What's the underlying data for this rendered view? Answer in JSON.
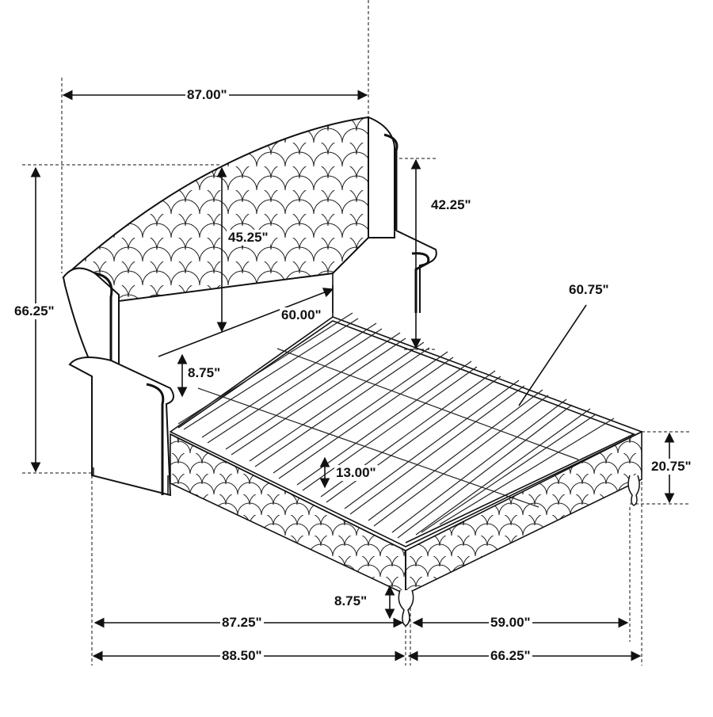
{
  "diagram": {
    "subject": "Upholstered wingback bed with scalloped tufting, slatted platform and cabriole legs",
    "style": {
      "line_color": "#111111",
      "background": "#ffffff"
    },
    "dimensions": {
      "overall_width_top": "87.00\"",
      "overall_height": "66.25\"",
      "headboard_panel_height": "45.25\"",
      "wing_height": "42.25\"",
      "slat_width": "60.00\"",
      "headboard_rail_gap": "8.75\"",
      "side_rail_length": "60.75\"",
      "slat_height": "13.00\"",
      "footboard_height": "20.75\"",
      "leg_height": "8.75\"",
      "inner_length": "87.25\"",
      "inner_width": "59.00\"",
      "overall_length": "88.50\"",
      "overall_width": "66.25\""
    }
  }
}
